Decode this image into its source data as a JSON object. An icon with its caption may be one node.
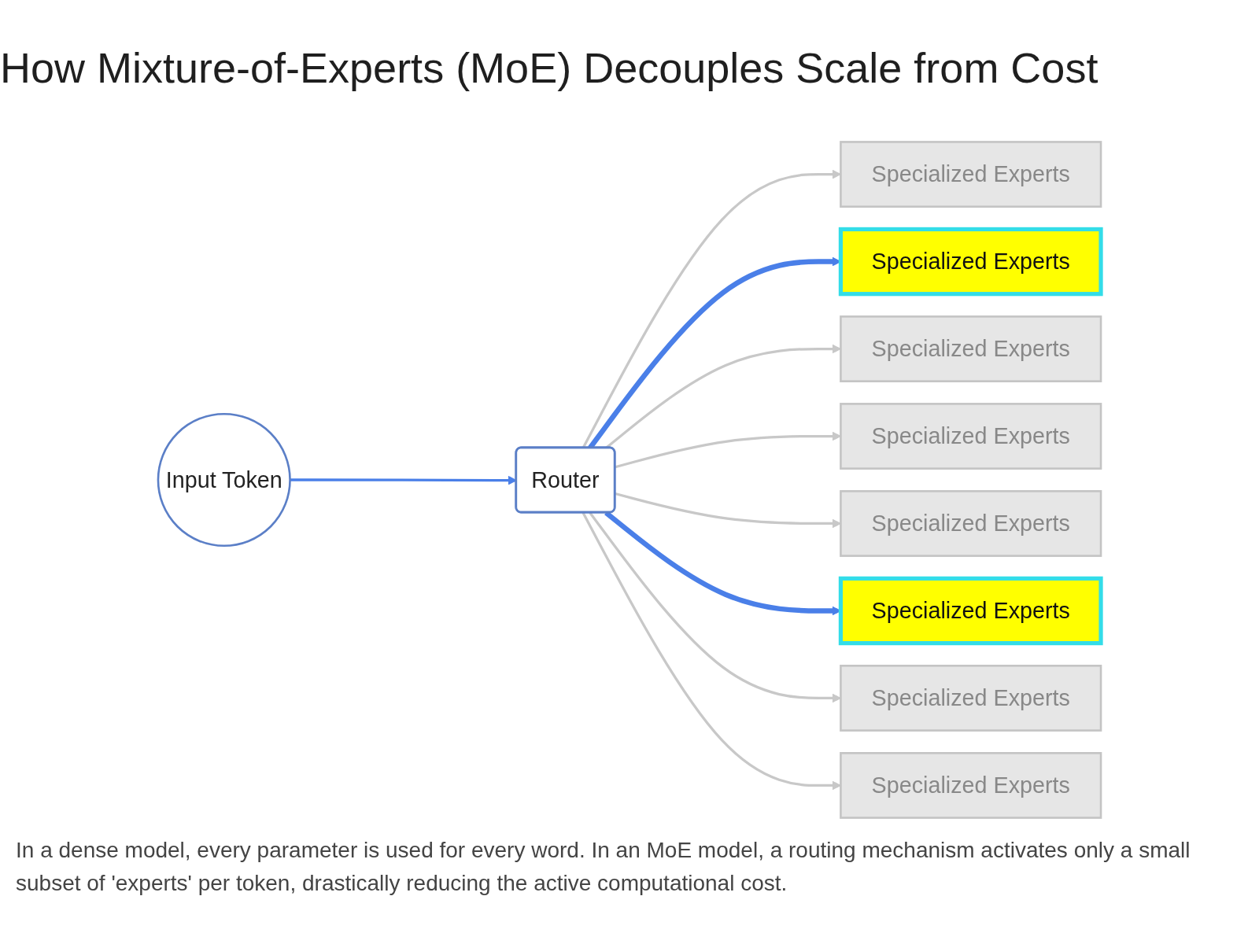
{
  "diagram": {
    "title": "How Mixture-of-Experts (MoE) Decouples Scale from Cost",
    "caption": "In a dense model, every parameter is used for every word. In an MoE model, a routing mechanism activates only a small subset of 'experts' per token, drastically reducing the active computational cost.",
    "nodes": [
      {
        "text": [
          "Input Token"
        ]
      },
      {
        "text": [
          "Router"
        ]
      },
      {
        "text": [
          "Specialized Experts"
        ]
      },
      {
        "text": [
          "Specialized Experts"
        ]
      },
      {
        "text": [
          "Specialized Experts"
        ]
      },
      {
        "text": [
          "Specialized Experts"
        ]
      },
      {
        "text": [
          "Specialized Experts"
        ]
      },
      {
        "text": [
          "Specialized Experts"
        ]
      },
      {
        "text": [
          "Specialized Experts"
        ]
      },
      {
        "text": [
          "Specialized Experts"
        ]
      }
    ],
    "edges": [
      {
        "from": 0,
        "to": 1,
        "arrow": "to",
        "color": "#4a7fe8"
      },
      {
        "from": 1,
        "to": 2,
        "arrow": "to"
      },
      {
        "from": 1,
        "to": 3,
        "arrow": "to",
        "style": "thick",
        "color": "#4a7fe8"
      },
      {
        "from": 1,
        "to": 4,
        "arrow": "to"
      },
      {
        "from": 1,
        "to": 5,
        "arrow": "to"
      },
      {
        "from": 1,
        "to": 6,
        "arrow": "to"
      },
      {
        "from": 1,
        "to": 7,
        "arrow": "to",
        "style": "thick",
        "color": "#4a7fe8"
      },
      {
        "from": 1,
        "to": 8,
        "arrow": "to"
      },
      {
        "from": 1,
        "to": 9,
        "arrow": "to"
      }
    ]
  }
}
